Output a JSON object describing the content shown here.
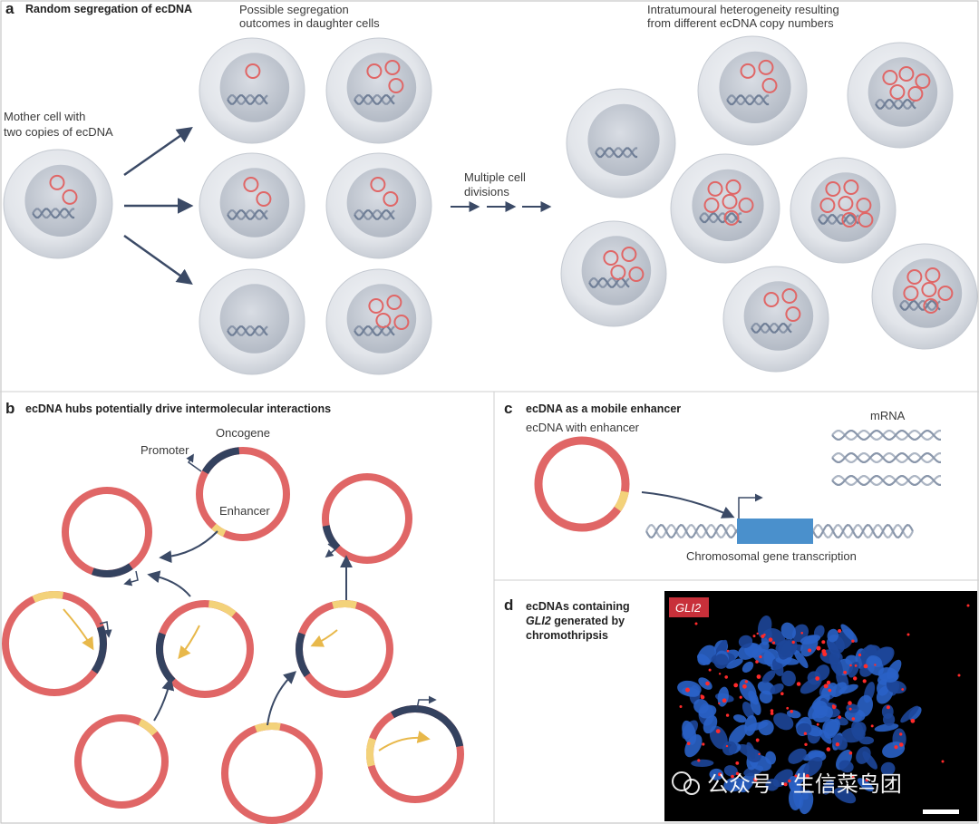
{
  "panel_a": {
    "letter": "a",
    "title": "Random segregation of ecDNA",
    "mother_label_1": "Mother cell with",
    "mother_label_2": "two copies of ecDNA",
    "outcomes_label_1": "Possible segregation",
    "outcomes_label_2": "outcomes in daughter cells",
    "divisions_label_1": "Multiple cell",
    "divisions_label_2": "divisions",
    "hetero_label_1": "Intratumoural heterogeneity resulting",
    "hetero_label_2": "from different ecDNA copy numbers",
    "daughter_copy_numbers": [
      1,
      3,
      2,
      2,
      0,
      4
    ],
    "tumour_copy_numbers": [
      0,
      3,
      5,
      6,
      7,
      4,
      3,
      6
    ]
  },
  "panel_b": {
    "letter": "b",
    "title": "ecDNA hubs potentially drive intermolecular interactions",
    "promoter_label": "Promoter",
    "oncogene_label": "Oncogene",
    "enhancer_label": "Enhancer"
  },
  "panel_c": {
    "letter": "c",
    "title": "ecDNA as a mobile enhancer",
    "ecdna_label": "ecDNA with enhancer",
    "mrna_label": "mRNA",
    "transcription_label": "Chromosomal gene transcription"
  },
  "panel_d": {
    "letter": "d",
    "title_line1": "ecDNAs containing",
    "title_gene": "GLI2",
    "title_line2_rest": " generated by",
    "title_line3": "chromothripsis",
    "image_tag": "GLI2"
  },
  "watermark": {
    "text": "公众号 · 生信菜鸟团"
  },
  "colors": {
    "ecdna_ring": "#e06666",
    "enhancer": "#f3d27a",
    "oncogene": "#34425f",
    "arrow": "#3b4a66",
    "gene_box": "#4a90cc",
    "nucleus_dark": "#1a3f8a",
    "fish_spot": "#ff2a2a"
  }
}
